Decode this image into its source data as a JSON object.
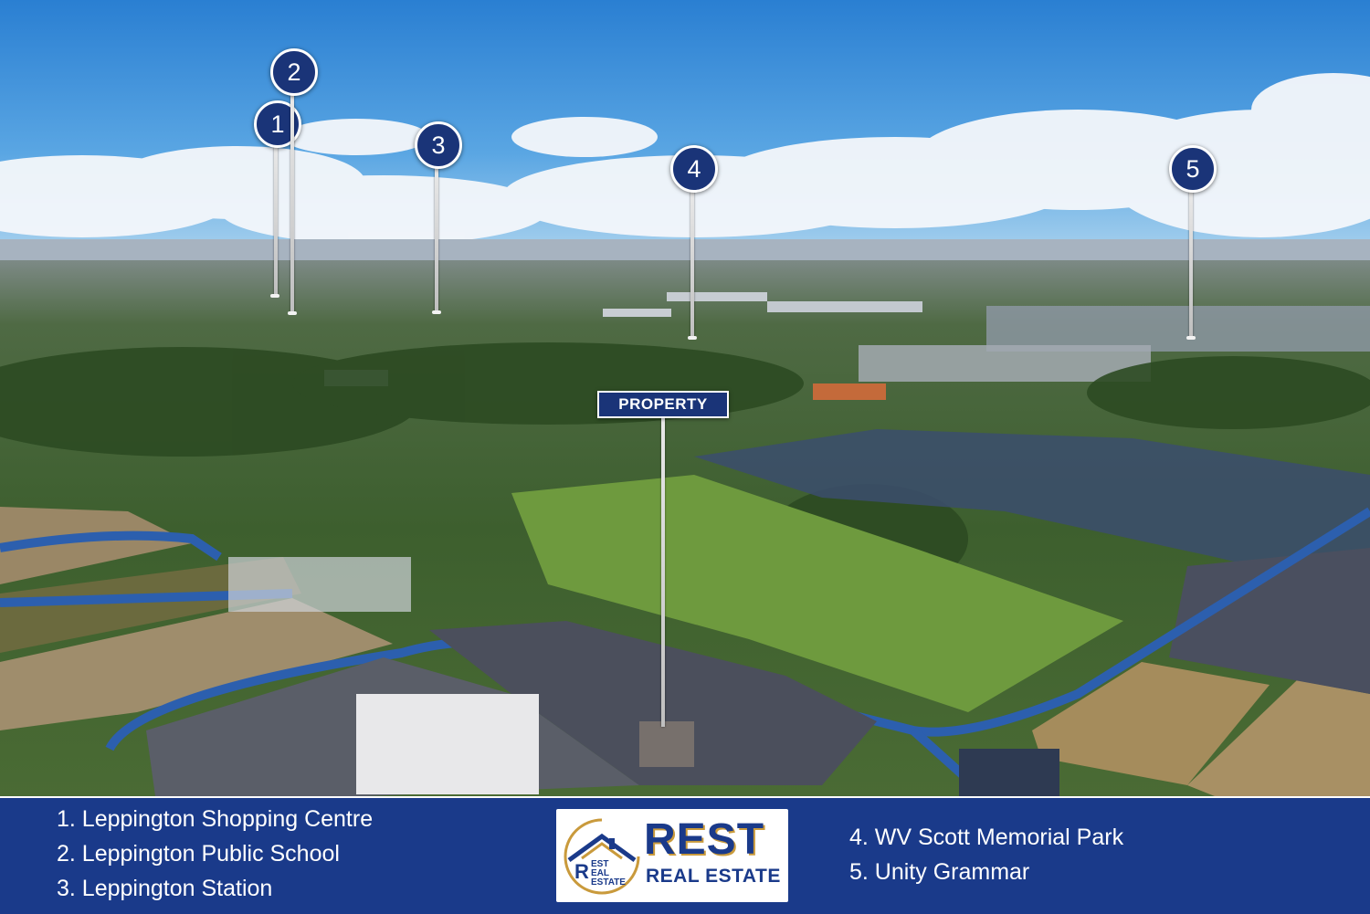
{
  "image": {
    "description_colors": {
      "sky_top": "#2f86d6",
      "sky_low": "#8fc3ea",
      "ground_green": "#3f6a2e",
      "field_brown": "#9a8766"
    }
  },
  "markers": [
    {
      "number": "1"
    },
    {
      "number": "2"
    },
    {
      "number": "3"
    },
    {
      "number": "4"
    },
    {
      "number": "5"
    }
  ],
  "property_label": "PROPERTY",
  "legend": {
    "left": [
      "1. Leppington Shopping Centre",
      "2. Leppington Public School",
      "3. Leppington Station"
    ],
    "right": [
      "4. WV Scott Memorial Park",
      "5. Unity Grammar"
    ]
  },
  "logo": {
    "brand_name": "REST",
    "brand_sub": "REAL ESTATE",
    "emblem_lines": [
      "EST",
      "EAL",
      "ESTATE"
    ],
    "emblem_initial": "R",
    "colors": {
      "navy": "#1a3a8a",
      "gold": "#c99a3c"
    }
  },
  "colors": {
    "marker_fill": "#1a3478",
    "footer_bg": "#1a3a8a",
    "text_white": "#ffffff"
  }
}
